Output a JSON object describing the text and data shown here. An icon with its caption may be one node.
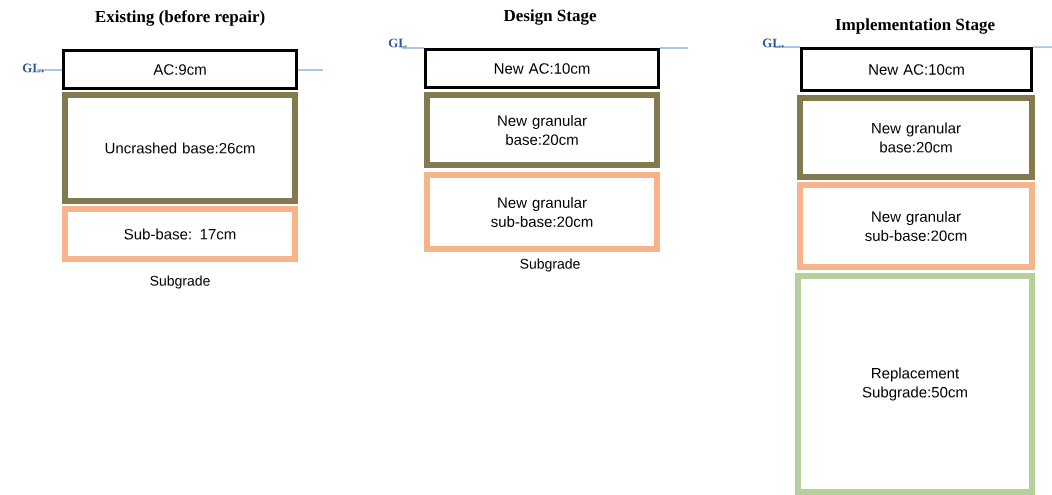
{
  "diagram": {
    "nodes": [
      {
        "text": [
          "AC:9cm"
        ]
      },
      {
        "text": [
          "Uncrashed base:26cm"
        ]
      },
      {
        "text": [
          "Sub-base: 17cm"
        ]
      },
      {
        "text": [
          "New AC:10cm"
        ]
      },
      {
        "text": [
          "New granular base:20cm"
        ]
      },
      {
        "text": [
          "New granular sub-base:20cm"
        ]
      },
      {
        "text": [
          "New AC:10cm"
        ]
      },
      {
        "text": [
          "New granular base:20cm"
        ]
      },
      {
        "text": [
          "New granular sub-base:20cm"
        ]
      },
      {
        "text": [
          "Replacement Subgrade:50cm"
        ]
      }
    ],
    "labels": [
      "Existing (before repair)",
      "Design Stage",
      "Implementation Stage",
      "GL.",
      "GL",
      "GL.",
      "Subgrade",
      "Subgrade"
    ]
  }
}
